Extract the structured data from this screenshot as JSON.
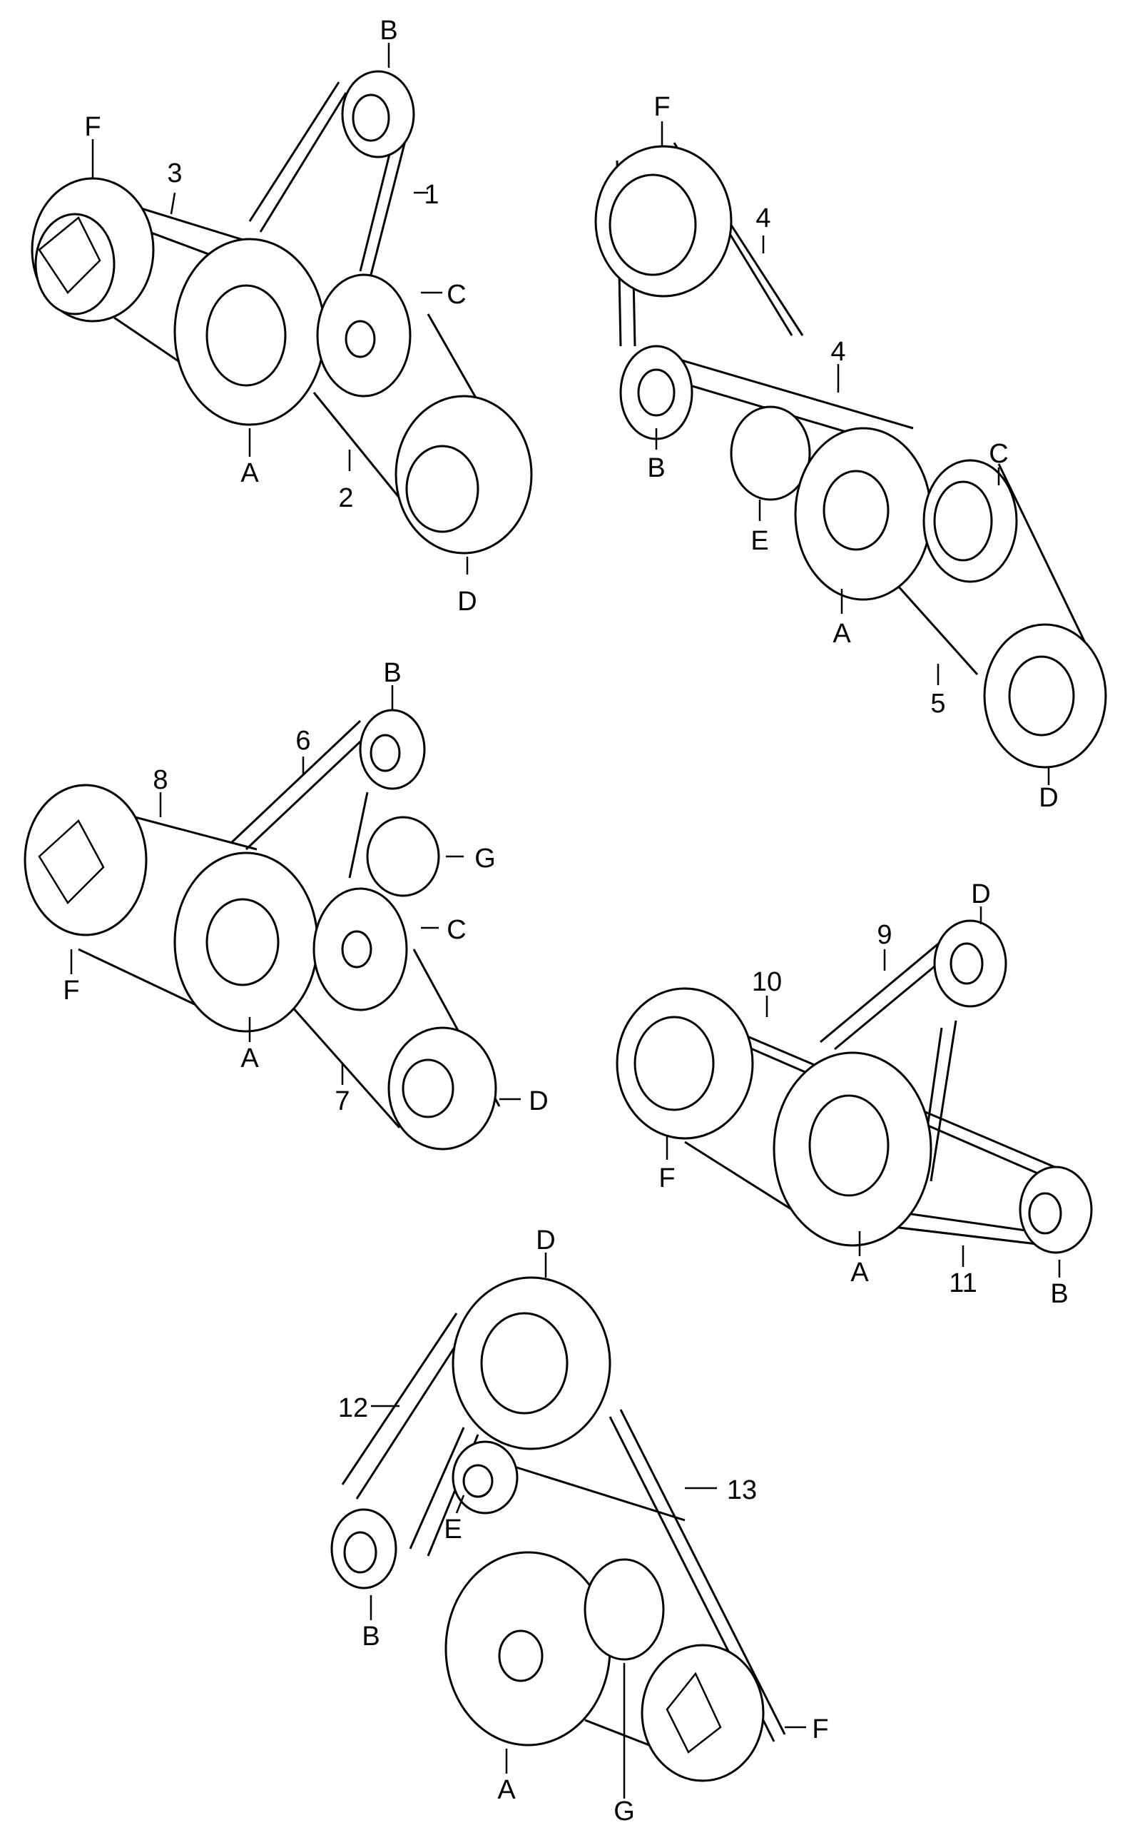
{
  "diagrams": [
    {
      "parts": [
        "A",
        "B",
        "C",
        "D",
        "F"
      ],
      "belts": [
        "1",
        "2",
        "3"
      ]
    },
    {
      "parts": [
        "F",
        "B",
        "E",
        "A",
        "C",
        "D"
      ],
      "belts": [
        "4",
        "4",
        "5"
      ]
    },
    {
      "parts": [
        "B",
        "G",
        "C",
        "D",
        "A",
        "F"
      ],
      "belts": [
        "6",
        "7",
        "8"
      ]
    },
    {
      "parts": [
        "D",
        "F",
        "A",
        "B"
      ],
      "belts": [
        "9",
        "10",
        "11"
      ]
    },
    {
      "parts": [
        "D",
        "E",
        "B",
        "A",
        "G",
        "F"
      ],
      "belts": [
        "12",
        "13"
      ]
    }
  ],
  "labels": {
    "d1_B": "B",
    "d1_F": "F",
    "d1_3": "3",
    "d1_1": "1",
    "d1_C": "C",
    "d1_A": "A",
    "d1_2": "2",
    "d1_D": "D",
    "d2_F": "F",
    "d2_4a": "4",
    "d2_4b": "4",
    "d2_B": "B",
    "d2_C": "C",
    "d2_E": "E",
    "d2_A": "A",
    "d2_5": "5",
    "d2_D": "D",
    "d3_B": "B",
    "d3_6": "6",
    "d3_8": "8",
    "d3_G": "G",
    "d3_C": "C",
    "d3_F": "F",
    "d3_A": "A",
    "d3_7": "7",
    "d3_D": "D",
    "d4_D": "D",
    "d4_9": "9",
    "d4_10": "10",
    "d4_F": "F",
    "d4_A": "A",
    "d4_11": "11",
    "d4_B": "B",
    "d5_D": "D",
    "d5_12": "12",
    "d5_13": "13",
    "d5_E": "E",
    "d5_B": "B",
    "d5_A": "A",
    "d5_F": "F",
    "d5_G": "G"
  }
}
